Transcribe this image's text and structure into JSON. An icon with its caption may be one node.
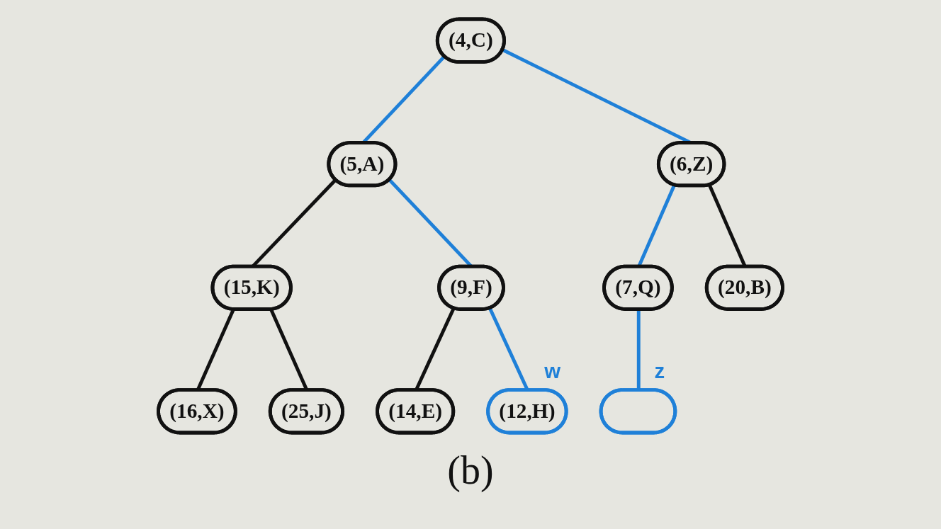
{
  "diagram": {
    "caption": "(b)",
    "nodes": [
      {
        "text": [
          "(4,C)"
        ]
      },
      {
        "text": [
          "(5,A)"
        ]
      },
      {
        "text": [
          "(6,Z)"
        ]
      },
      {
        "text": [
          "(15,K)"
        ]
      },
      {
        "text": [
          "(9,F)"
        ]
      },
      {
        "text": [
          "(7,Q)"
        ]
      },
      {
        "text": [
          "(20,B)"
        ]
      },
      {
        "text": [
          "(16,X)"
        ]
      },
      {
        "text": [
          "(25,J)"
        ]
      },
      {
        "text": [
          "(14,E)"
        ]
      },
      {
        "text": [
          "(12,H)"
        ],
        "beside": [
          "w"
        ]
      },
      {
        "text": [],
        "shape": "ellipse",
        "beside": [
          "z"
        ]
      }
    ],
    "edges": [
      {
        "from": 0,
        "to": 1,
        "arrow": "none"
      },
      {
        "from": 0,
        "to": 2,
        "arrow": "none"
      },
      {
        "from": 1,
        "to": 3,
        "arrow": "none",
        "color": "#111111"
      },
      {
        "from": 1,
        "to": 4,
        "arrow": "none"
      },
      {
        "from": 2,
        "to": 5,
        "arrow": "none"
      },
      {
        "from": 2,
        "to": 6,
        "arrow": "none",
        "color": "#111111"
      },
      {
        "from": 3,
        "to": 7,
        "arrow": "none",
        "color": "#111111"
      },
      {
        "from": 3,
        "to": 8,
        "arrow": "none",
        "color": "#111111"
      },
      {
        "from": 4,
        "to": 9,
        "arrow": "none",
        "color": "#111111"
      },
      {
        "from": 4,
        "to": 10,
        "arrow": "none"
      },
      {
        "from": 5,
        "to": 11,
        "arrow": "none"
      }
    ]
  }
}
